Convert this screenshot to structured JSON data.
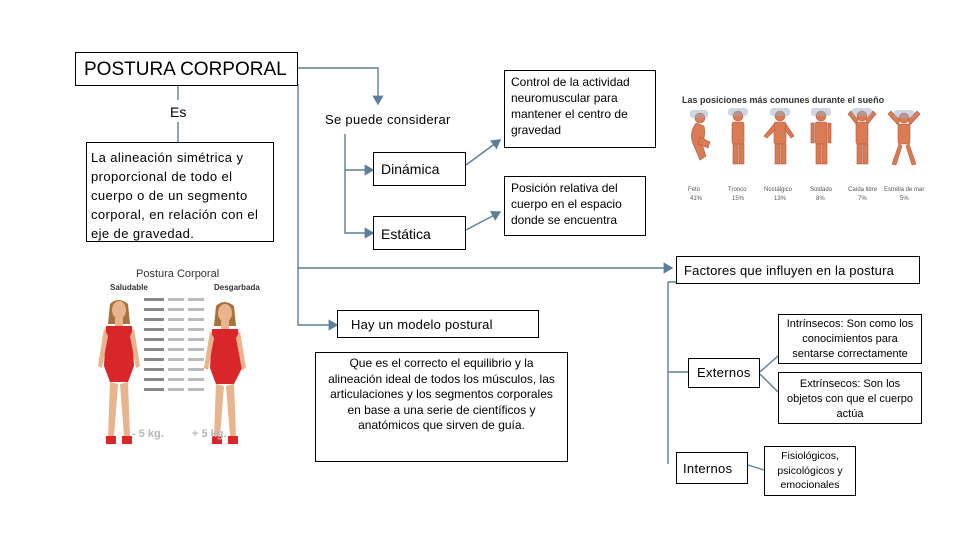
{
  "main": {
    "title": "POSTURA CORPORAL",
    "es": "Es",
    "definition": "La alineación simétrica y proporcional de todo el cuerpo o de un segmento corporal, en relación con el eje de gravedad.",
    "se_puede": "Se puede considerar",
    "dinamica": "Dinámica",
    "estatica": "Estática",
    "control": "Control de la actividad neuromuscular para mantener el centro de gravedad",
    "posicion": "Posición relativa del cuerpo  en el espacio donde se encuentra",
    "modelo": "Hay un modelo postural",
    "correcto": "Que es el correcto el equilibrio y la alineación ideal de todos los músculos, las articulaciones y los segmentos corporales en base a una serie de científicos y anatómicos que sirven de guía.",
    "factores": "Factores que influyen en la postura",
    "externos": "Externos",
    "internos": "Internos",
    "intrinsecos": "Intrínsecos: Son como los conocimientos para sentarse correctamente",
    "extrinsecos": "Extrínsecos:  Son los objetos con que el cuerpo actúa",
    "fisiologicos": "Fisiológicos, psicológicos y emocionales"
  },
  "sleep_image": {
    "title": "Las posiciones más comunes durante el sueño",
    "positions": [
      {
        "name": "Feto",
        "pct": "41%"
      },
      {
        "name": "Tronco",
        "pct": "15%"
      },
      {
        "name": "Nostálgico",
        "pct": "13%"
      },
      {
        "name": "Soldado",
        "pct": "8%"
      },
      {
        "name": "Caída libre",
        "pct": "7%"
      },
      {
        "name": "Estrella de mar",
        "pct": "5%"
      }
    ]
  },
  "posture_image": {
    "title": "Postura Corporal",
    "left_label": "Saludable",
    "right_label": "Desgarbada",
    "left_weight": "- 5 kg.",
    "right_weight": "+ 5 kg.",
    "colors": {
      "figure_red": "#d8262b",
      "skin": "#e8b48e",
      "hair": "#a7713b"
    }
  },
  "colors": {
    "connector": "#5b7f9b",
    "box_border": "#000000"
  }
}
